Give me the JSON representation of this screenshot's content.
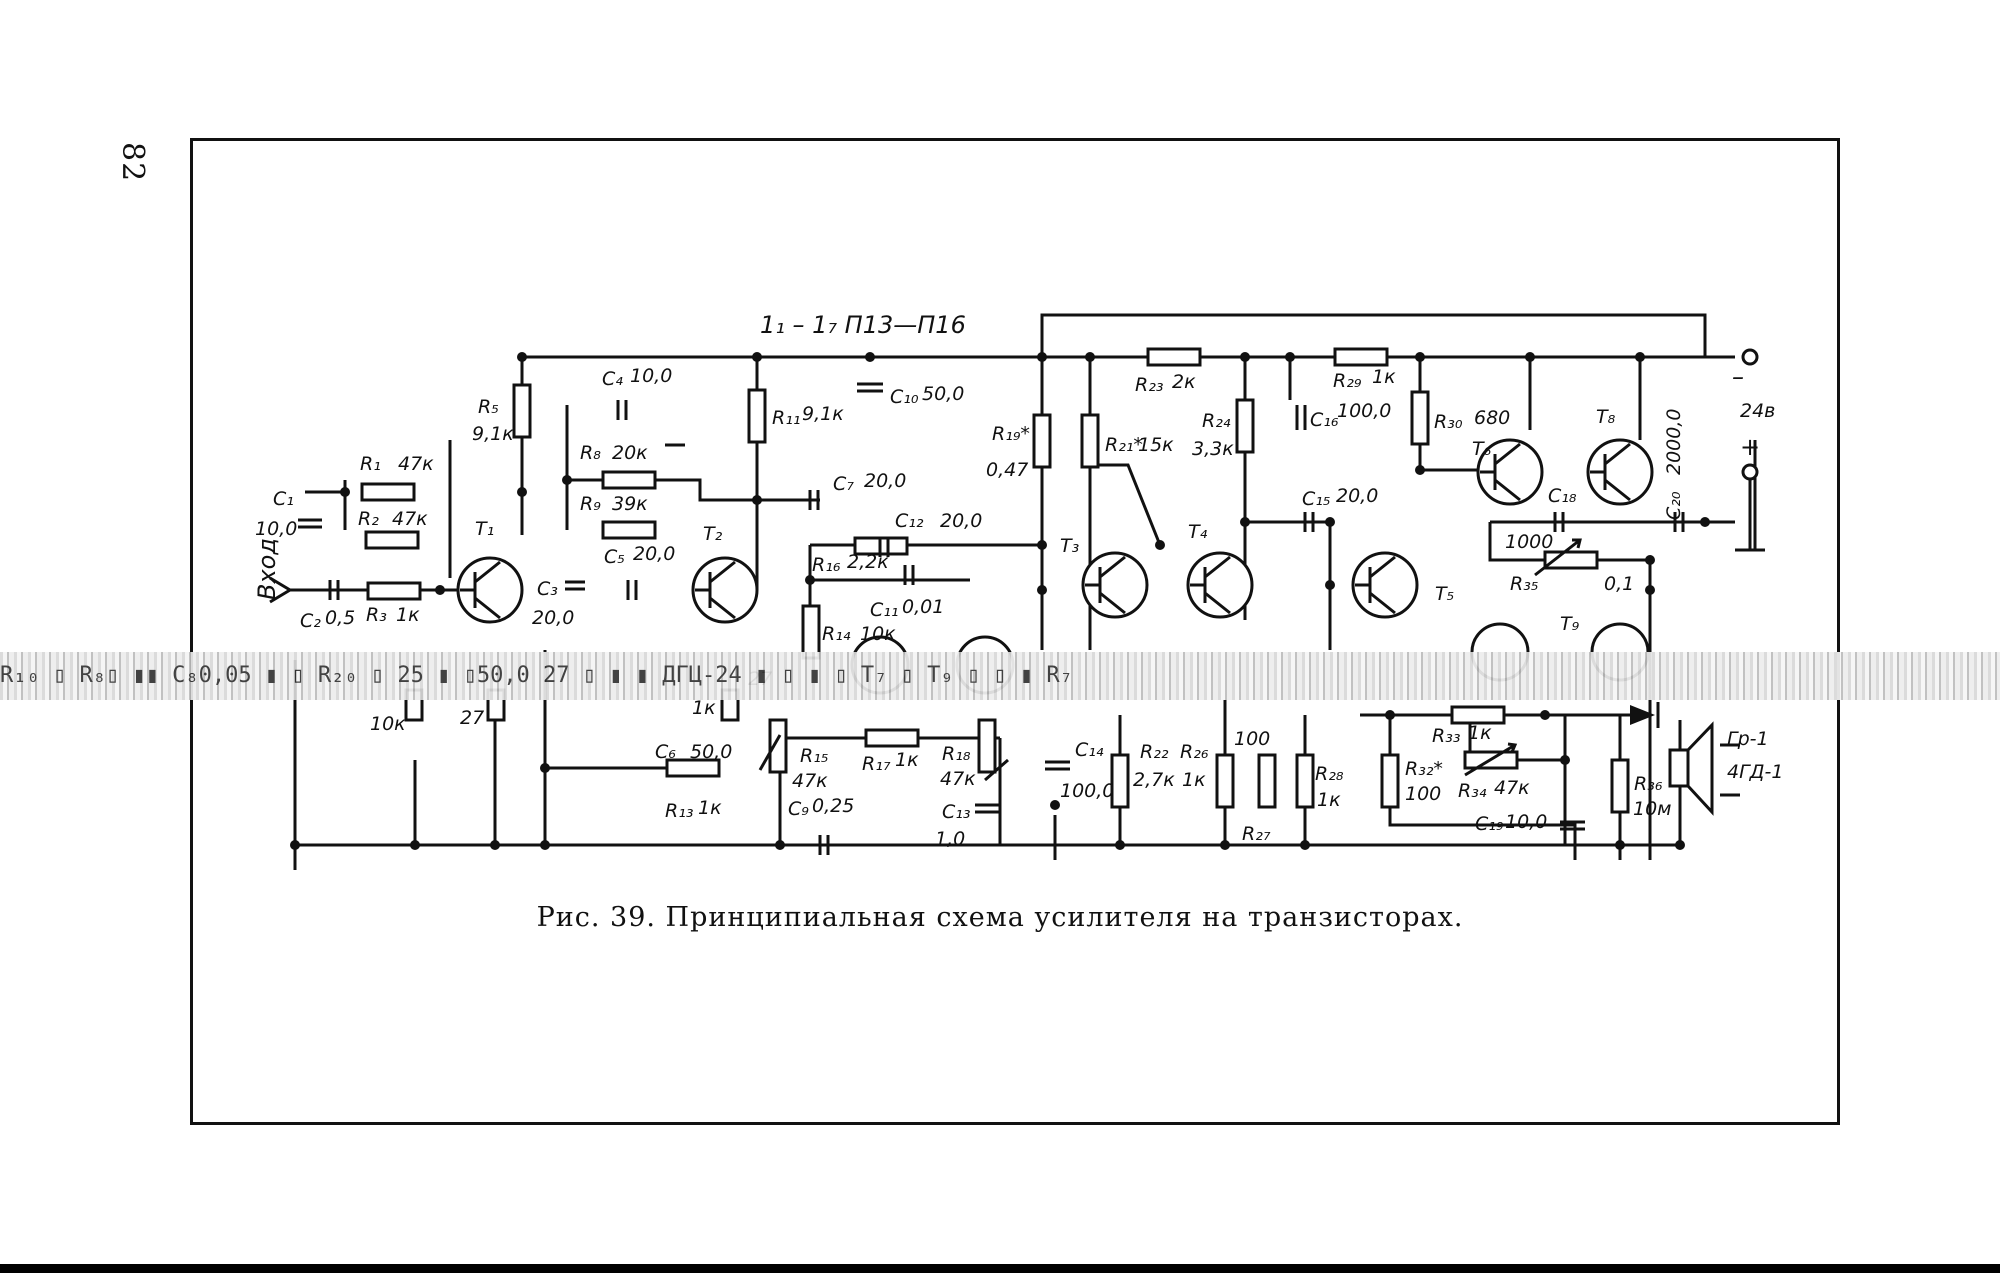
{
  "page": {
    "number": "82"
  },
  "caption": "Рис. 39. Принципиальная схема усилителя на транзисторах.",
  "header": {
    "transistor_range": "1₁ – 1₇  П13—П16"
  },
  "power": {
    "minus": "–",
    "voltage": "24в",
    "plus": "+"
  },
  "input_label": "Вход",
  "speaker": {
    "name": "Гр-1",
    "model": "4ГД-1"
  },
  "scan_artifact_text": "R₁₀ ▯ R₈▯ ▮▮ C₈0,05 ▮ ▯ R₂₀ ▯ 25 ▮ ▯50,0 27 ▯ ▮ ▮ ДГЦ-24 ▮ ▯ ▮ ▯ T₇ ▯ T₉ ▯ ▯ ▮ R₇",
  "components": [
    {
      "id": "R1",
      "ref": "R₁",
      "value": "47к"
    },
    {
      "id": "R2",
      "ref": "R₂",
      "value": "47к"
    },
    {
      "id": "R3",
      "ref": "R₃",
      "value": "1к"
    },
    {
      "id": "R5",
      "ref": "R₅",
      "value": "9,1к"
    },
    {
      "id": "R8",
      "ref": "R₈",
      "value": "20к"
    },
    {
      "id": "R9",
      "ref": "R₉",
      "value": "39к"
    },
    {
      "id": "R11",
      "ref": "R₁₁",
      "value": "9,1к"
    },
    {
      "id": "R13",
      "ref": "R₁₃",
      "value": "1к"
    },
    {
      "id": "R14",
      "ref": "R₁₄",
      "value": "10к"
    },
    {
      "id": "R15",
      "ref": "R₁₅",
      "value": "47к"
    },
    {
      "id": "R16",
      "ref": "R₁₆",
      "value": "2,2к"
    },
    {
      "id": "R17",
      "ref": "R₁₇",
      "value": "1к"
    },
    {
      "id": "R18",
      "ref": "R₁₈",
      "value": "47к"
    },
    {
      "id": "R19",
      "ref": "R₁₉*",
      "value": "0,47"
    },
    {
      "id": "R21",
      "ref": "R₂₁*",
      "value": "15к"
    },
    {
      "id": "R22",
      "ref": "R₂₂",
      "value": "2,7к"
    },
    {
      "id": "R23",
      "ref": "R₂₃",
      "value": "2к"
    },
    {
      "id": "R24",
      "ref": "R₂₄",
      "value": "3,3к"
    },
    {
      "id": "R26",
      "ref": "R₂₆",
      "value": "1к"
    },
    {
      "id": "R27",
      "ref": "R₂₇",
      "value": "100"
    },
    {
      "id": "R28",
      "ref": "R₂₈",
      "value": "1к"
    },
    {
      "id": "R29",
      "ref": "R₂₉",
      "value": "1к"
    },
    {
      "id": "R30",
      "ref": "R₃₀",
      "value": "680"
    },
    {
      "id": "R32",
      "ref": "R₃₂*",
      "value": "100"
    },
    {
      "id": "R33",
      "ref": "R₃₃",
      "value": "1к"
    },
    {
      "id": "R34",
      "ref": "R₃₄",
      "value": "47к"
    },
    {
      "id": "R35",
      "ref": "R₃₅",
      "value": "0,1"
    },
    {
      "id": "R36",
      "ref": "R₃₆",
      "value": "10м"
    },
    {
      "id": "C1",
      "ref": "C₁",
      "value": "10,0"
    },
    {
      "id": "C2",
      "ref": "C₂",
      "value": "0,5"
    },
    {
      "id": "C3",
      "ref": "C₃",
      "value": "20,0"
    },
    {
      "id": "C4",
      "ref": "C₄",
      "value": "10,0"
    },
    {
      "id": "C5",
      "ref": "C₅",
      "value": "20,0"
    },
    {
      "id": "C6",
      "ref": "C₆",
      "value": "50,0"
    },
    {
      "id": "C7",
      "ref": "C₇",
      "value": "20,0"
    },
    {
      "id": "C9",
      "ref": "C₉",
      "value": "0,25"
    },
    {
      "id": "C10",
      "ref": "C₁₀",
      "value": "50,0"
    },
    {
      "id": "C11",
      "ref": "C₁₁",
      "value": "0,01"
    },
    {
      "id": "C12",
      "ref": "C₁₂",
      "value": "20,0"
    },
    {
      "id": "C13",
      "ref": "C₁₃",
      "value": "1,0"
    },
    {
      "id": "C14",
      "ref": "C₁₄",
      "value": "100,0"
    },
    {
      "id": "C15",
      "ref": "C₁₅",
      "value": "20,0"
    },
    {
      "id": "C16",
      "ref": "C₁₆",
      "value": "100,0"
    },
    {
      "id": "C18",
      "ref": "C₁₈",
      "value": "1000"
    },
    {
      "id": "C19",
      "ref": "C₁₉",
      "value": "10,0"
    },
    {
      "id": "C20",
      "ref": "C₂₀",
      "value": "2000,0"
    }
  ],
  "transistors": [
    "T₁",
    "T₂",
    "T₃",
    "T₄",
    "T₅",
    "T₆",
    "T₈",
    "T₉"
  ],
  "misc_values": [
    "10к",
    "27",
    "1к",
    "27",
    "50,0"
  ]
}
